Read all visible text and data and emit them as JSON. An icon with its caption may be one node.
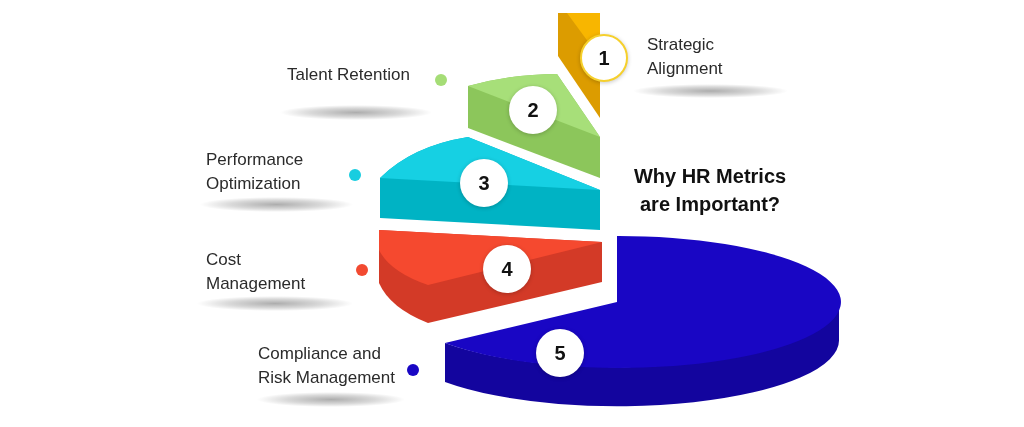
{
  "diagram": {
    "title": "Why HR Metrics are Important?",
    "nodes": [
      {
        "text": [
          "1"
        ],
        "beside": [
          "Strategic Alignment"
        ]
      },
      {
        "text": [
          "2"
        ],
        "beside": [
          "Talent Retention"
        ]
      },
      {
        "text": [
          "3"
        ]
      },
      {
        "text": [
          "4"
        ]
      },
      {
        "text": [
          "5"
        ]
      }
    ],
    "labels": [
      "Performance Optimization",
      "Cost Management",
      "Compliance and Risk Management"
    ]
  }
}
